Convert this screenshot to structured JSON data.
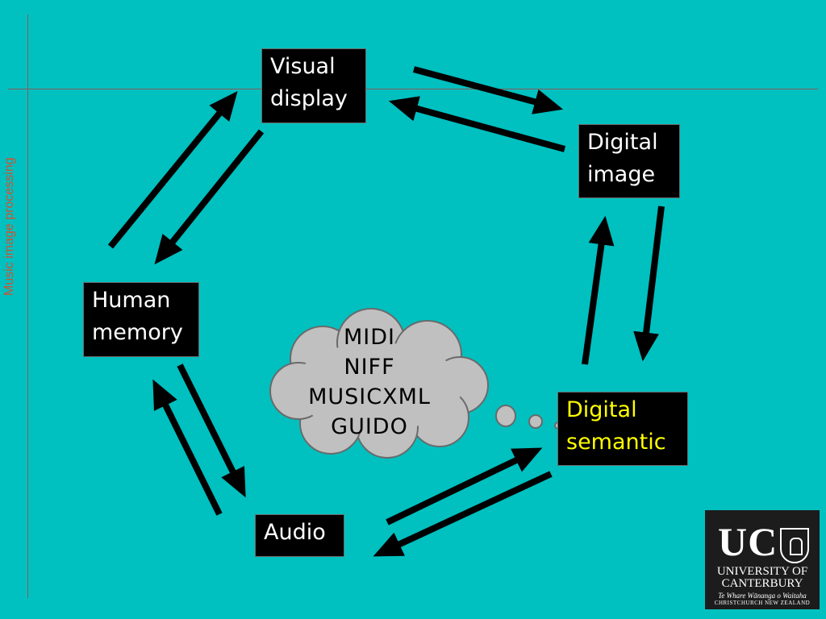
{
  "side_title": "Music image processing",
  "nodes": {
    "visual_display": [
      "Visual",
      "display"
    ],
    "digital_image": [
      "Digital",
      "image"
    ],
    "human_memory": [
      "Human",
      "memory"
    ],
    "digital_semantic": [
      "Digital",
      "semantic"
    ],
    "audio": [
      "Audio"
    ]
  },
  "cloud": [
    "MIDI",
    "NIFF",
    "MUSICXML",
    "GUIDO"
  ],
  "logo": {
    "mark": "UC",
    "line1": "UNIVERSITY OF",
    "line2": "CANTERBURY",
    "line3": "Te Whare Wānanga o Waitaha",
    "line4": "CHRISTCHURCH NEW ZEALAND"
  },
  "colors": {
    "background": "#00c0c0",
    "box": "#000000",
    "box_text": "#ffffff",
    "highlight_text": "#ffff00",
    "side_title": "#cc5533",
    "cloud": "#c0c0c0"
  }
}
